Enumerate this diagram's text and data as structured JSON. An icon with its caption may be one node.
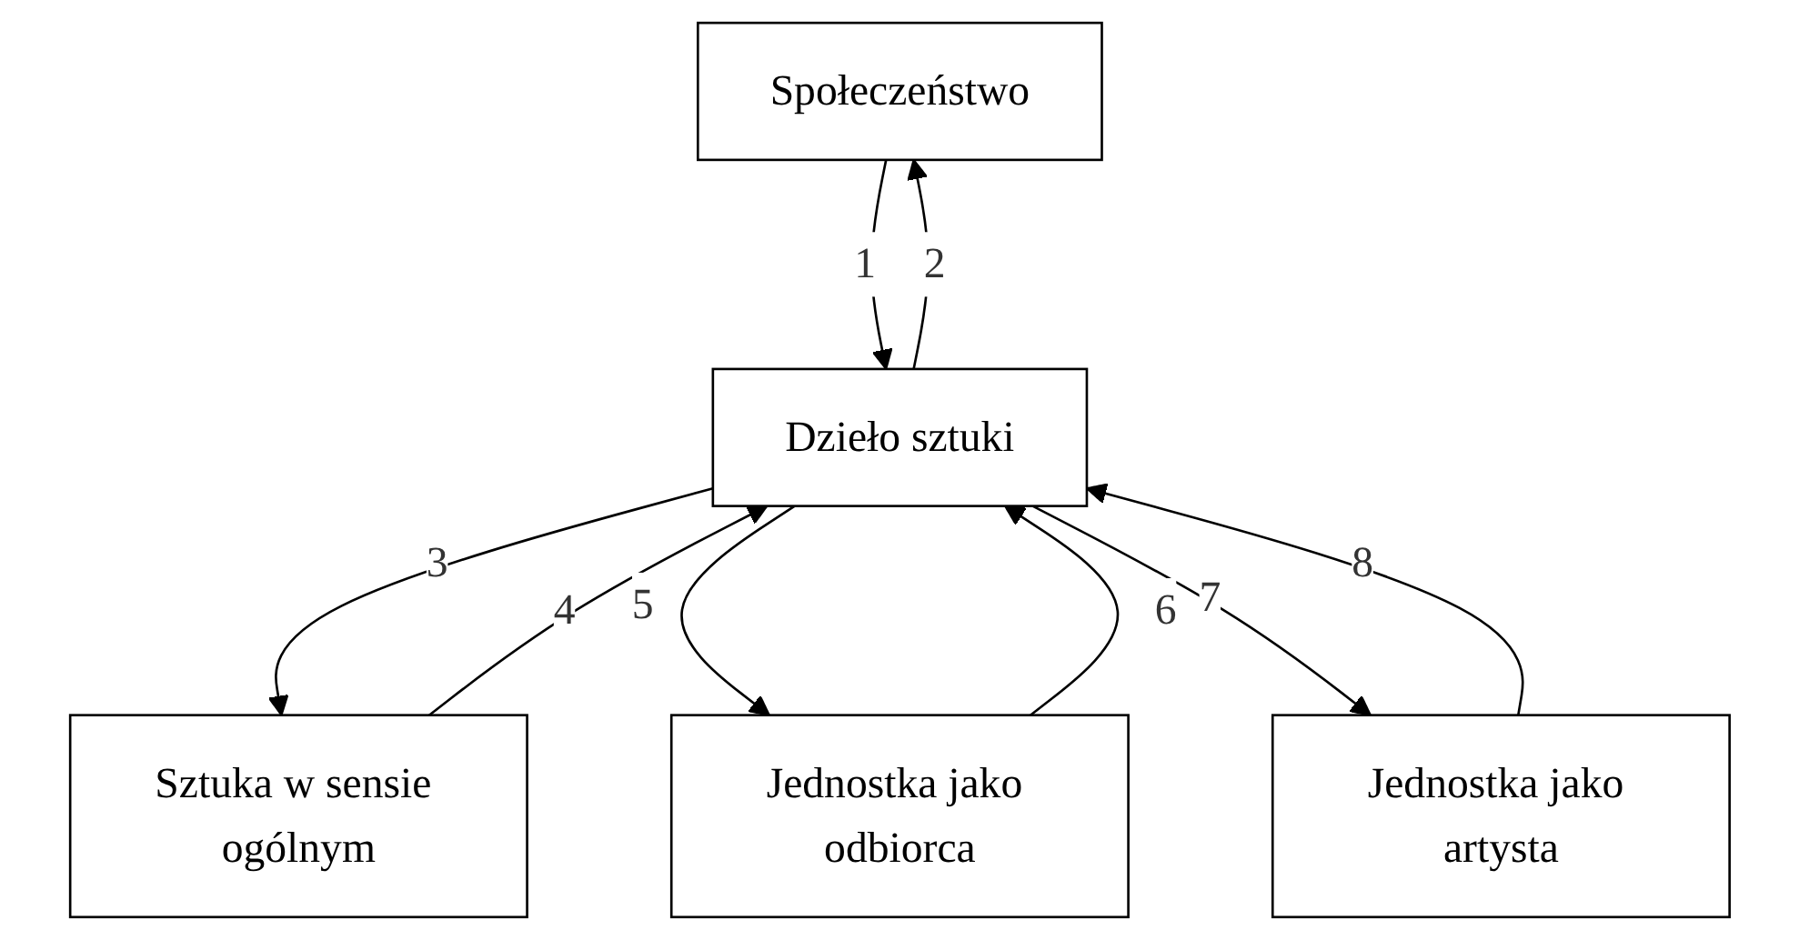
{
  "diagram": {
    "nodes": [
      {
        "text": [
          "Społeczeństwo"
        ]
      },
      {
        "text": [
          "Jednostka jako artysta"
        ]
      },
      {
        "text": [
          "Dzieło sztuki"
        ]
      },
      {
        "text": [
          "Sztuka w sensie ogólnym"
        ]
      },
      {
        "text": [
          "Jednostka jako odbiorca"
        ]
      }
    ],
    "edges": [
      {
        "from": 0,
        "to": 2,
        "arrow": "to",
        "label": "1"
      },
      {
        "from": 2,
        "to": 0,
        "arrow": "to",
        "label": "2"
      },
      {
        "from": 2,
        "to": 3,
        "arrow": "to",
        "label": "3"
      },
      {
        "from": 3,
        "to": 2,
        "arrow": "to",
        "label": "4"
      },
      {
        "from": 2,
        "to": 4,
        "arrow": "to",
        "label": "5"
      },
      {
        "from": 4,
        "to": 2,
        "arrow": "to",
        "label": "6"
      },
      {
        "from": 2,
        "to": 1,
        "arrow": "to",
        "label": "7"
      },
      {
        "from": 1,
        "to": 2,
        "arrow": "to",
        "label": "8"
      }
    ]
  }
}
